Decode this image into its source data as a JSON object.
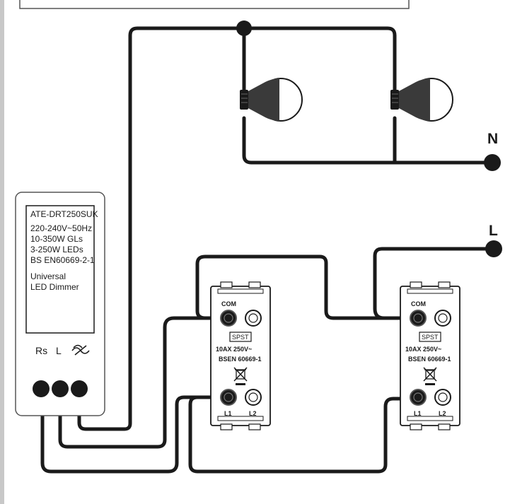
{
  "supply": {
    "neutral_label": "N",
    "live_label": "L"
  },
  "dimmer": {
    "model": "ATE-DRT250SUK",
    "specs": [
      "220-240V~50Hz",
      "10-350W GLs",
      "3-250W LEDs",
      "BS EN60669-2-1"
    ],
    "type_line1": "Universal",
    "type_line2": "LED Dimmer",
    "terminals": [
      "Rs",
      "L"
    ],
    "dim_terminal_icon": "dimmer-symbol-icon"
  },
  "switches": [
    {
      "com_label": "COM",
      "tag": "SPST",
      "rating": "10AX  250V~",
      "standard": "BSEN 60669-1",
      "l1_label": "L1",
      "l2_label": "L2",
      "disposal_icon": "crossed-bin-icon"
    },
    {
      "com_label": "COM",
      "tag": "SPST",
      "rating": "10AX  250V~",
      "standard": "BSEN 60669-1",
      "l1_label": "L1",
      "l2_label": "L2",
      "disposal_icon": "crossed-bin-icon"
    }
  ],
  "lamps": [
    {
      "icon": "led-bulb-icon"
    },
    {
      "icon": "led-bulb-icon"
    }
  ],
  "colors": {
    "wire": "#1a1a1a",
    "border": "#555555",
    "bulb_body": "#3a3a3a",
    "background": "#ffffff"
  }
}
